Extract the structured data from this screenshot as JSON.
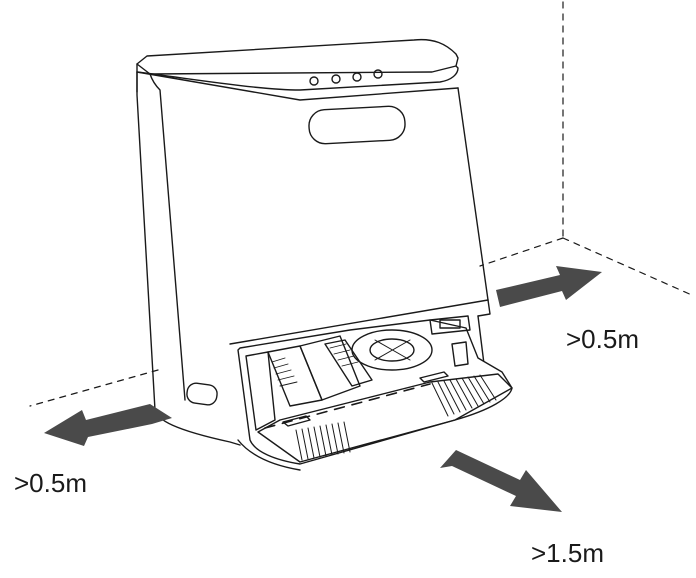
{
  "clearances": {
    "right": ">0.5m",
    "left": ">0.5m",
    "front": ">1.5m"
  },
  "colors": {
    "line": "#1a1a1a",
    "arrow": "#4a4a4a",
    "background": "#ffffff"
  }
}
